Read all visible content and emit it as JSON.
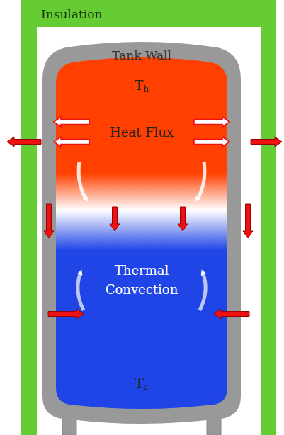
{
  "diagram": {
    "labels": [
      "Insulation",
      "Tank Wall",
      "Th",
      "Heat Flux",
      "Thermal Convection",
      "Tc"
    ]
  }
}
